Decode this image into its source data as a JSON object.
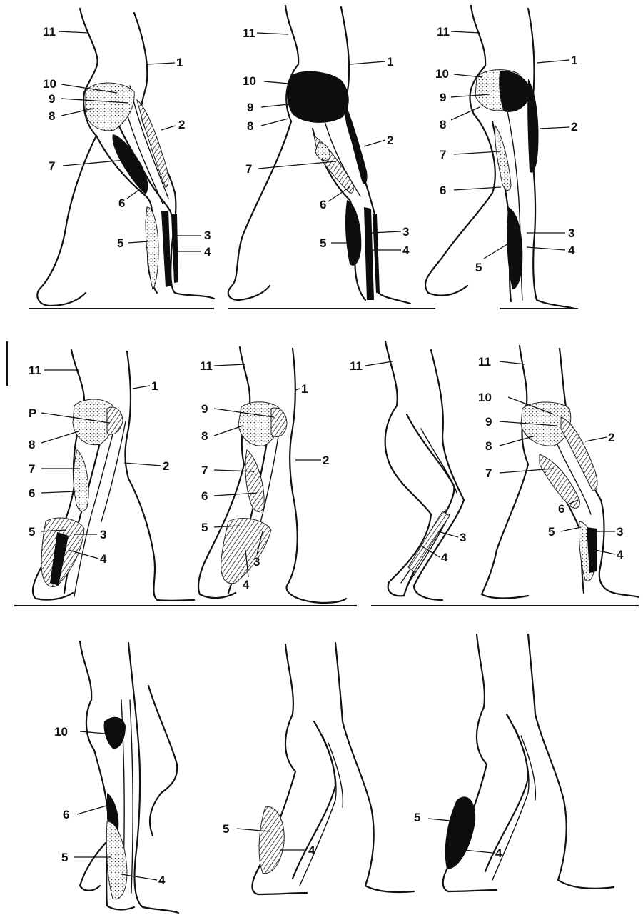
{
  "figure": {
    "panels": [
      {
        "id": "r1p1",
        "labels": [
          {
            "key": "11",
            "text": "11"
          },
          {
            "key": "1",
            "text": "1"
          },
          {
            "key": "10",
            "text": "10"
          },
          {
            "key": "9",
            "text": "9"
          },
          {
            "key": "8",
            "text": "8"
          },
          {
            "key": "2",
            "text": "2"
          },
          {
            "key": "7",
            "text": "7"
          },
          {
            "key": "6",
            "text": "6"
          },
          {
            "key": "3",
            "text": "3"
          },
          {
            "key": "5",
            "text": "5"
          },
          {
            "key": "4",
            "text": "4"
          }
        ]
      },
      {
        "id": "r1p2",
        "labels": [
          {
            "key": "11",
            "text": "11"
          },
          {
            "key": "1",
            "text": "1"
          },
          {
            "key": "10",
            "text": "10"
          },
          {
            "key": "9",
            "text": "9"
          },
          {
            "key": "8",
            "text": "8"
          },
          {
            "key": "2",
            "text": "2"
          },
          {
            "key": "7",
            "text": "7"
          },
          {
            "key": "6",
            "text": "6"
          },
          {
            "key": "3",
            "text": "3"
          },
          {
            "key": "5",
            "text": "5"
          },
          {
            "key": "4",
            "text": "4"
          }
        ]
      },
      {
        "id": "r1p3",
        "labels": [
          {
            "key": "11",
            "text": "11"
          },
          {
            "key": "1",
            "text": "1"
          },
          {
            "key": "10",
            "text": "10"
          },
          {
            "key": "9",
            "text": "9"
          },
          {
            "key": "8",
            "text": "8"
          },
          {
            "key": "2",
            "text": "2"
          },
          {
            "key": "7",
            "text": "7"
          },
          {
            "key": "6",
            "text": "6"
          },
          {
            "key": "3",
            "text": "3"
          },
          {
            "key": "4",
            "text": "4"
          },
          {
            "key": "5",
            "text": "5"
          }
        ]
      },
      {
        "id": "r2p1",
        "labels": [
          {
            "key": "11",
            "text": "11"
          },
          {
            "key": "1",
            "text": "1"
          },
          {
            "key": "9",
            "text": "P"
          },
          {
            "key": "8",
            "text": "8"
          },
          {
            "key": "7",
            "text": "7"
          },
          {
            "key": "2",
            "text": "2"
          },
          {
            "key": "6",
            "text": "6"
          },
          {
            "key": "5",
            "text": "5"
          },
          {
            "key": "3",
            "text": "3"
          },
          {
            "key": "4",
            "text": "4"
          }
        ]
      },
      {
        "id": "r2p2",
        "labels": [
          {
            "key": "11",
            "text": "11"
          },
          {
            "key": "1",
            "text": "1"
          },
          {
            "key": "9",
            "text": "9"
          },
          {
            "key": "8",
            "text": "8"
          },
          {
            "key": "2",
            "text": "2"
          },
          {
            "key": "7",
            "text": "7"
          },
          {
            "key": "6",
            "text": "6"
          },
          {
            "key": "5",
            "text": "5"
          },
          {
            "key": "3",
            "text": "3"
          },
          {
            "key": "4",
            "text": "4"
          }
        ]
      },
      {
        "id": "r2p3",
        "labels": [
          {
            "key": "11",
            "text": "11"
          },
          {
            "key": "3",
            "text": "3"
          },
          {
            "key": "4",
            "text": "4"
          }
        ]
      },
      {
        "id": "r2p4",
        "labels": [
          {
            "key": "11",
            "text": "11"
          },
          {
            "key": "10",
            "text": "10"
          },
          {
            "key": "9",
            "text": "9"
          },
          {
            "key": "8",
            "text": "8"
          },
          {
            "key": "2",
            "text": "2"
          },
          {
            "key": "7",
            "text": "7"
          },
          {
            "key": "6",
            "text": "6"
          },
          {
            "key": "5",
            "text": "5"
          },
          {
            "key": "3",
            "text": "3"
          },
          {
            "key": "4",
            "text": "4"
          }
        ]
      },
      {
        "id": "r3p1",
        "labels": [
          {
            "key": "10",
            "text": "10"
          },
          {
            "key": "6",
            "text": "6"
          },
          {
            "key": "5",
            "text": "5"
          },
          {
            "key": "4",
            "text": "4"
          }
        ]
      },
      {
        "id": "r3p2",
        "labels": [
          {
            "key": "5",
            "text": "5"
          },
          {
            "key": "4",
            "text": "4"
          }
        ]
      },
      {
        "id": "r3p3",
        "labels": [
          {
            "key": "5",
            "text": "5"
          },
          {
            "key": "4",
            "text": "4"
          }
        ]
      }
    ]
  }
}
